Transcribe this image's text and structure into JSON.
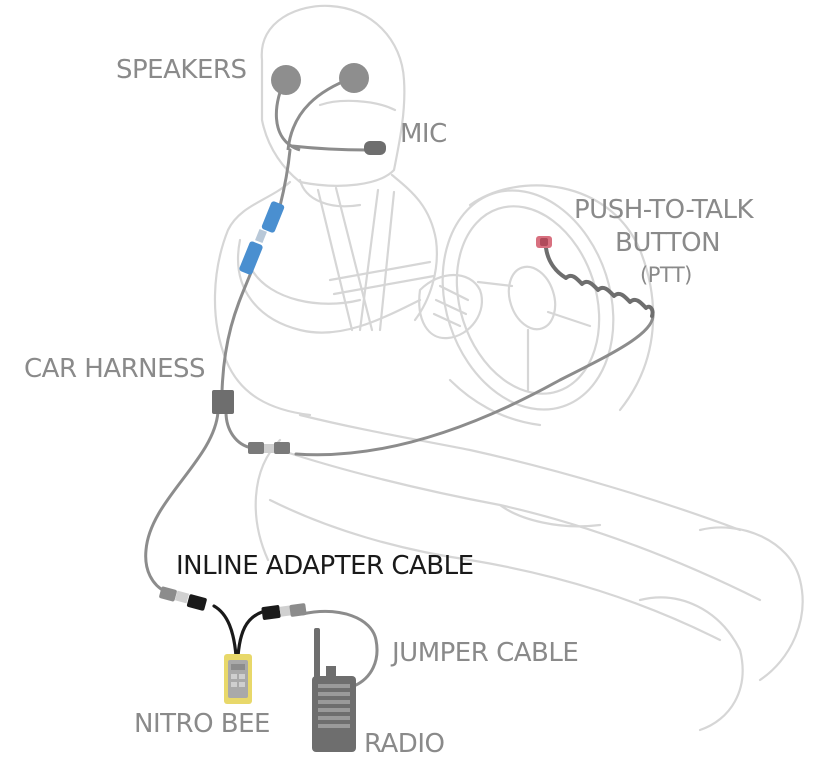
{
  "labels": {
    "speakers": "SPEAKERS",
    "mic": "MIC",
    "ptt_line1": "PUSH-TO-TALK",
    "ptt_line2": "BUTTON",
    "ptt_line3": "(PTT)",
    "car_harness": "CAR HARNESS",
    "inline_adapter": "INLINE ADAPTER CABLE",
    "jumper_cable": "JUMPER CABLE",
    "nitro_bee": "NITRO BEE",
    "radio": "RADIO"
  },
  "colors": {
    "outline": "#d6d6d6",
    "cable": "#8c8c8c",
    "connector": "#6e6e6e",
    "speaker": "#8e8e8e",
    "adapter": "#4a8fd0",
    "adapter_cable": "#1a1a1a",
    "nitro_bee": "#e8d86a",
    "ptt_button": "#d8707f",
    "label_text": "#8a8a8a",
    "highlight_text": "#1a1a1a"
  },
  "icons": {
    "speaker": "speaker-icon",
    "mic": "mic-icon",
    "ptt": "push-button-icon",
    "radio": "radio-icon",
    "nitro_bee": "nitro-bee-device-icon"
  }
}
